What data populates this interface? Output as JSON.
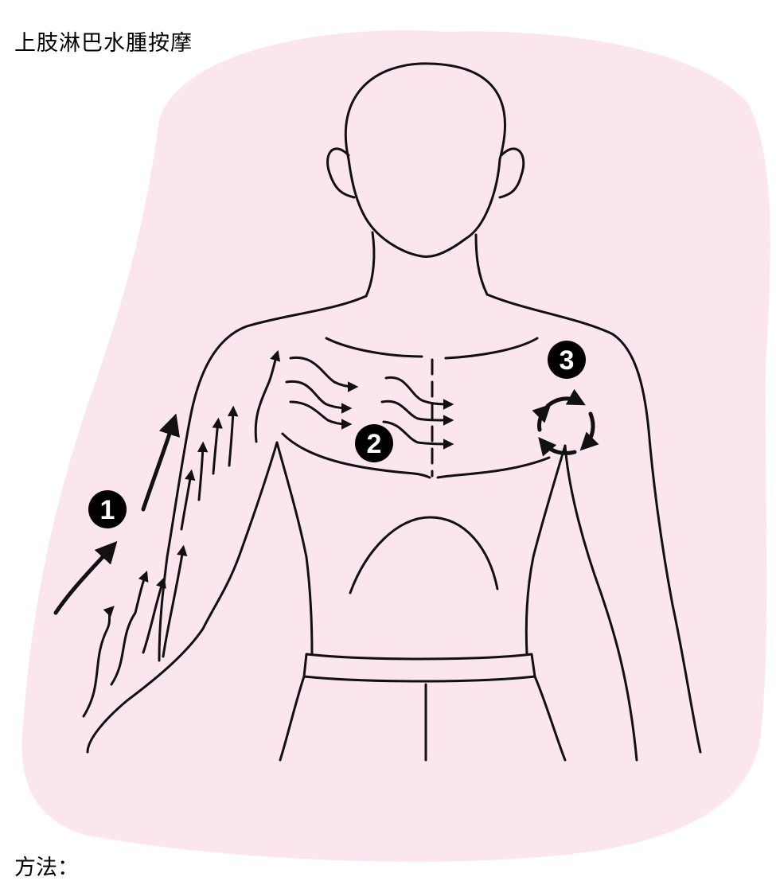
{
  "title": "上肢淋巴水腫按摩",
  "footer_text": "方法：",
  "steps": [
    {
      "number": "1",
      "label": "1"
    },
    {
      "number": "2",
      "label": "2"
    },
    {
      "number": "3",
      "label": "3"
    }
  ],
  "colors": {
    "background_blob": "#fbe6ef",
    "line": "#111111",
    "badge_fill": "#000000",
    "badge_text": "#ffffff"
  }
}
